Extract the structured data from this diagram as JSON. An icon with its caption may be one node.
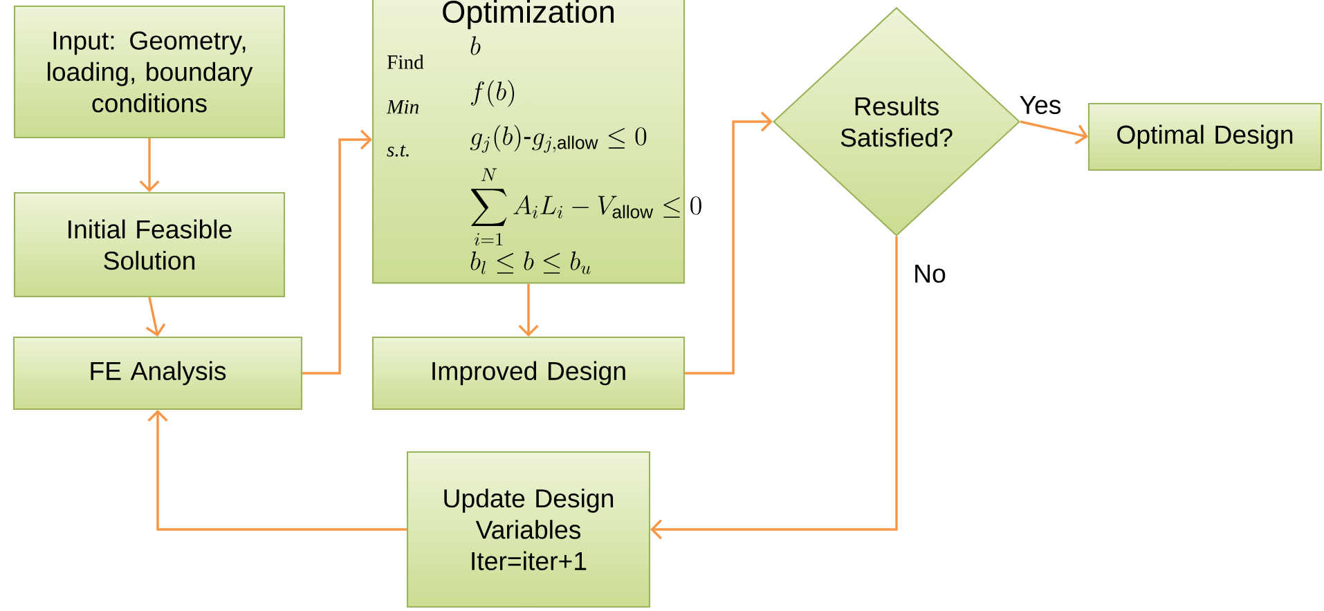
{
  "diagram": {
    "nodes": [
      {
        "text": [
          "Input: Geometry, loading, boundary conditions"
        ]
      },
      {
        "text": [
          "Initial Feasible Solution"
        ]
      },
      {
        "text": [
          "FE Analysis"
        ]
      },
      {
        "text": [
          "Optimization",
          "Find",
          "b",
          "Min",
          "f(b)",
          "s.t.",
          "g_j(b)\\text{-}g_{j,\\mathrm{allow}} \\le 0",
          "\\sum_{i=1}^{N} A_i L_i - V_{\\mathrm{allow}} \\le 0",
          "b_l \\le b \\le b_u"
        ]
      },
      {
        "text": [
          "Improved Design"
        ]
      },
      {
        "text": [
          "Results Satisfied?"
        ]
      },
      {
        "text": [
          "Optimal Design"
        ]
      },
      {
        "text": [
          "Update Design Variables Iter=iter+1"
        ]
      }
    ],
    "edges": [
      {
        "from": 0,
        "to": 1,
        "arrow": "to"
      },
      {
        "from": 1,
        "to": 2,
        "arrow": "to"
      },
      {
        "from": 2,
        "to": 3,
        "arrow": "to"
      },
      {
        "from": 3,
        "to": 4,
        "arrow": "to"
      },
      {
        "from": 4,
        "to": 5,
        "arrow": "to"
      },
      {
        "from": 5,
        "to": 6,
        "arrow": "to",
        "label": "Yes"
      },
      {
        "from": 5,
        "to": 7,
        "arrow": "to",
        "label": "No"
      },
      {
        "from": 7,
        "to": 2,
        "arrow": "to"
      }
    ]
  }
}
